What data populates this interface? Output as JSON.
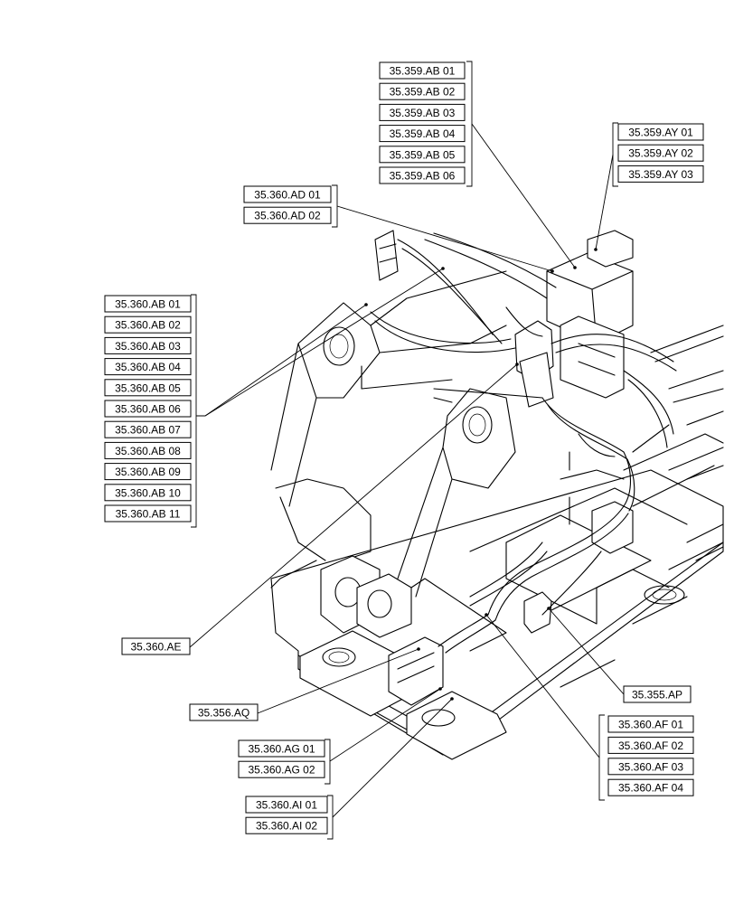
{
  "callout_groups": [
    {
      "id": "ab359",
      "labels": [
        "35.359.AB 01",
        "35.359.AB 02",
        "35.359.AB 03",
        "35.359.AB 04",
        "35.359.AB 05",
        "35.359.AB 06"
      ]
    },
    {
      "id": "ay359",
      "labels": [
        "35.359.AY 01",
        "35.359.AY 02",
        "35.359.AY 03"
      ]
    },
    {
      "id": "ad360",
      "labels": [
        "35.360.AD 01",
        "35.360.AD 02"
      ]
    },
    {
      "id": "ab360",
      "labels": [
        "35.360.AB 01",
        "35.360.AB 02",
        "35.360.AB 03",
        "35.360.AB 04",
        "35.360.AB 05",
        "35.360.AB 06",
        "35.360.AB 07",
        "35.360.AB 08",
        "35.360.AB 09",
        "35.360.AB 10",
        "35.360.AB 11"
      ]
    },
    {
      "id": "ae360",
      "labels": [
        "35.360.AE"
      ]
    },
    {
      "id": "aq356",
      "labels": [
        "35.356.AQ"
      ]
    },
    {
      "id": "ap355",
      "labels": [
        "35.355.AP"
      ]
    },
    {
      "id": "af360",
      "labels": [
        "35.360.AF 01",
        "35.360.AF 02",
        "35.360.AF 03",
        "35.360.AF 04"
      ]
    },
    {
      "id": "ag360",
      "labels": [
        "35.360.AG 01",
        "35.360.AG 02"
      ]
    },
    {
      "id": "ai360",
      "labels": [
        "35.360.AI 01",
        "35.360.AI 02"
      ]
    }
  ]
}
